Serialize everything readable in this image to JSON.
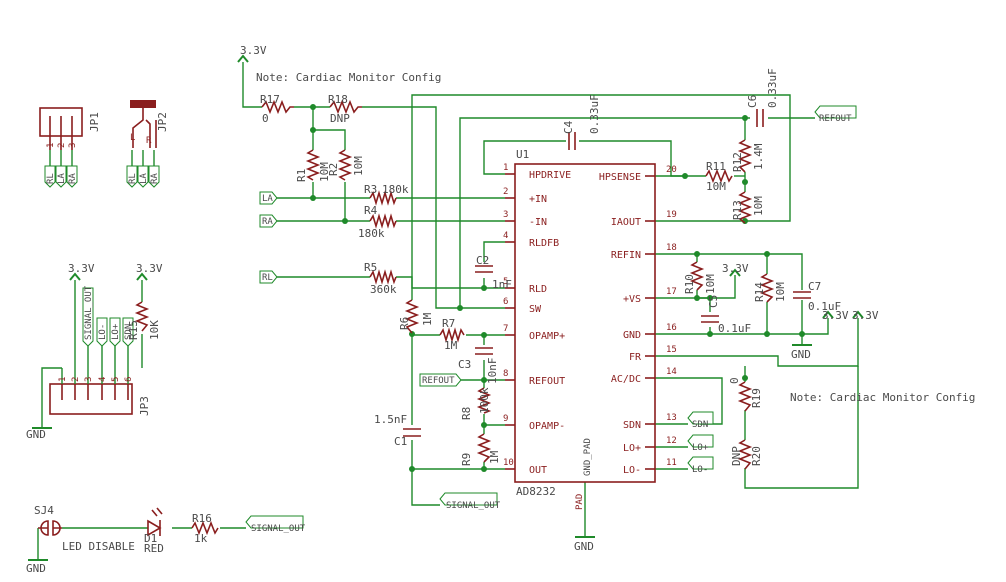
{
  "rails": {
    "v33": "3.3V",
    "gnd": "GND"
  },
  "note": "Note: Cardiac Monitor Config",
  "ic": {
    "ref": "U1",
    "part": "AD8232",
    "left_pins": [
      {
        "num": "1",
        "name": "HPDRIVE"
      },
      {
        "num": "2",
        "name": "+IN"
      },
      {
        "num": "3",
        "name": "-IN"
      },
      {
        "num": "4",
        "name": "RLDFB"
      },
      {
        "num": "5",
        "name": "RLD"
      },
      {
        "num": "6",
        "name": "SW"
      },
      {
        "num": "7",
        "name": "OPAMP+"
      },
      {
        "num": "8",
        "name": "REFOUT"
      },
      {
        "num": "9",
        "name": "OPAMP-"
      },
      {
        "num": "10",
        "name": "OUT"
      }
    ],
    "right_pins": [
      {
        "num": "20",
        "name": "HPSENSE"
      },
      {
        "num": "19",
        "name": "IAOUT"
      },
      {
        "num": "18",
        "name": "REFIN"
      },
      {
        "num": "17",
        "name": "+VS"
      },
      {
        "num": "16",
        "name": "GND"
      },
      {
        "num": "15",
        "name": "FR"
      },
      {
        "num": "14",
        "name": "AC/DC"
      },
      {
        "num": "13",
        "name": "SDN"
      },
      {
        "num": "12",
        "name": "LO+"
      },
      {
        "num": "11",
        "name": "LO-"
      }
    ],
    "pad_label": "GND_PAD",
    "pad_pin": "PAD"
  },
  "components": {
    "R17": {
      "ref": "R17",
      "val": "0"
    },
    "R18": {
      "ref": "R18",
      "val": "DNP"
    },
    "R1": {
      "ref": "R1",
      "val": "10M"
    },
    "R2": {
      "ref": "R2",
      "val": "10M"
    },
    "R3": {
      "ref": "R3",
      "val": "180k"
    },
    "R4": {
      "ref": "R4",
      "val": "180k"
    },
    "R5": {
      "ref": "R5",
      "val": "360k"
    },
    "R6": {
      "ref": "R6",
      "val": "1M"
    },
    "R7": {
      "ref": "R7",
      "val": "1M"
    },
    "R8": {
      "ref": "R8",
      "val": "100k"
    },
    "R9": {
      "ref": "R9",
      "val": "1M"
    },
    "R10": {
      "ref": "R10",
      "val": "10M"
    },
    "R11": {
      "ref": "R11",
      "val": "10M"
    },
    "R12": {
      "ref": "R12",
      "val": "1.4M"
    },
    "R13": {
      "ref": "R13",
      "val": "10M"
    },
    "R14": {
      "ref": "R14",
      "val": "10M"
    },
    "R15": {
      "ref": "R15",
      "val": "10K"
    },
    "R16": {
      "ref": "R16",
      "val": "1k"
    },
    "R19": {
      "ref": "R19",
      "val": "0"
    },
    "R20": {
      "ref": "R20",
      "val": "DNP"
    },
    "C1": {
      "ref": "C1",
      "val": "1.5nF"
    },
    "C2": {
      "ref": "C2",
      "val": "1nF"
    },
    "C3": {
      "ref": "C3",
      "val": "10nF"
    },
    "C4": {
      "ref": "C4",
      "val": "0.33uF"
    },
    "C5": {
      "ref": "C5",
      "val": "0.1uF"
    },
    "C6": {
      "ref": "C6",
      "val": "0.33uF"
    },
    "C7": {
      "ref": "C7",
      "val": "0.1uF"
    },
    "D1": {
      "ref": "D1",
      "val": "RED"
    },
    "SJ4": {
      "ref": "SJ4",
      "val": "LED DISABLE"
    },
    "JP1": {
      "ref": "JP1",
      "pins": [
        "1",
        "2",
        "3"
      ],
      "nets": [
        "RL",
        "LA",
        "RA"
      ]
    },
    "JP2": {
      "ref": "JP2",
      "marks": [
        "L",
        "R"
      ],
      "nets": [
        "RL",
        "LA",
        "RA"
      ]
    },
    "JP3": {
      "ref": "JP3",
      "pins": [
        "1",
        "2",
        "3",
        "4",
        "5",
        "6"
      ]
    }
  },
  "nets": {
    "la": "LA",
    "ra": "RA",
    "rl": "RL",
    "refout": "REFOUT",
    "signal_out": "SIGNAL_OUT",
    "sdn": "SDN",
    "lop": "LO+",
    "lom": "LO-"
  },
  "jp3_nets": [
    "SIGNAL_OUT",
    "LO-",
    "LO+",
    "SDN"
  ]
}
